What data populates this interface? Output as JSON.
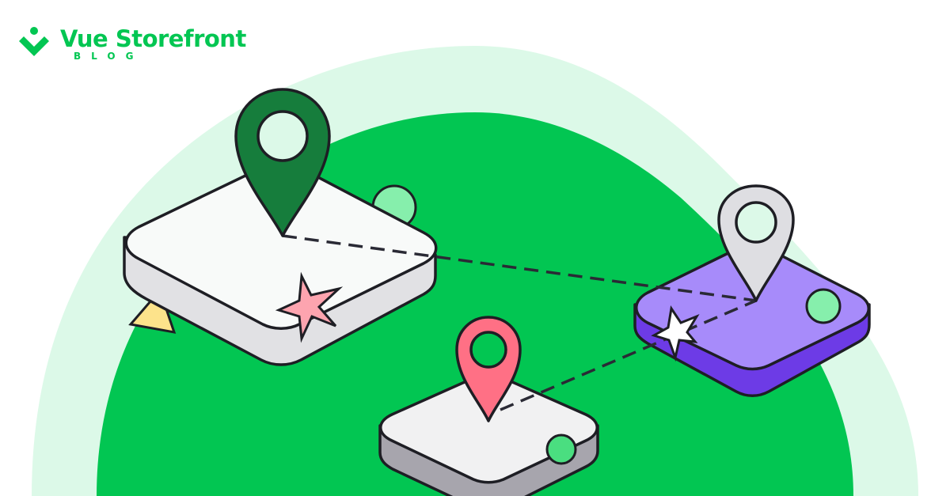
{
  "logo": {
    "brand": "Vue Storefront",
    "subtitle": "BLOG",
    "icon": "vue-storefront-chevron-logo-icon"
  },
  "illustration": {
    "description": "Isometric map platforms connected by dashed route lines with location pins",
    "colors": {
      "brand_green": "#02C652",
      "light_green_blob": "#DCF9E8",
      "dark_green_pin": "#167D3C",
      "gray_pin": "#DEDEE2",
      "pink_pin": "#FF7085",
      "purple_top": "#A78BFA",
      "purple_side": "#6D3BE6",
      "outline": "#1E1E24",
      "mint_dot": "#86EFAC",
      "yellow_triangle": "#FDE38B",
      "pink_star": "#FDA4AF"
    },
    "pins": [
      {
        "name": "large-green-pin",
        "color": "#167D3C"
      },
      {
        "name": "gray-pin",
        "color": "#DEDEE2"
      },
      {
        "name": "pink-pin",
        "color": "#FF7085"
      }
    ],
    "platforms": [
      "large-white-platform",
      "purple-platform",
      "small-white-platform"
    ]
  }
}
